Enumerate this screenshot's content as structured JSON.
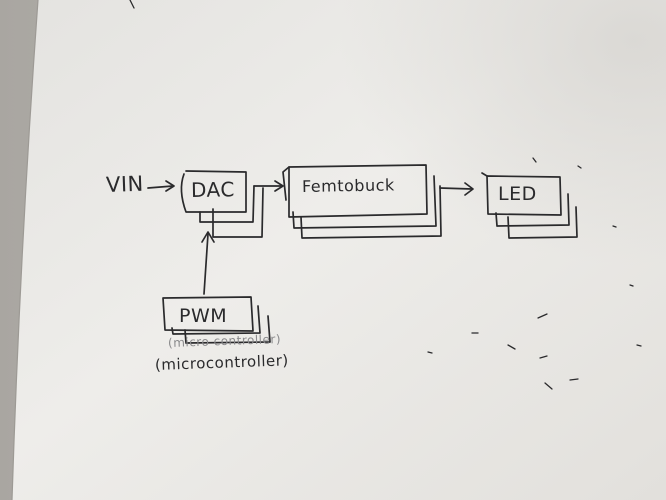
{
  "diagram": {
    "input_label": "VIN",
    "dac_label": "DAC",
    "buck_label": "Femtobuck",
    "led_label": "LED",
    "pwm_label": "PWM",
    "pwm_note_faint": "(micro controller)",
    "pwm_note": "(microcontroller)"
  },
  "colors": {
    "ink": "#2a2a2c",
    "paper": "#ecebe8",
    "background": "#b9b6b0"
  }
}
